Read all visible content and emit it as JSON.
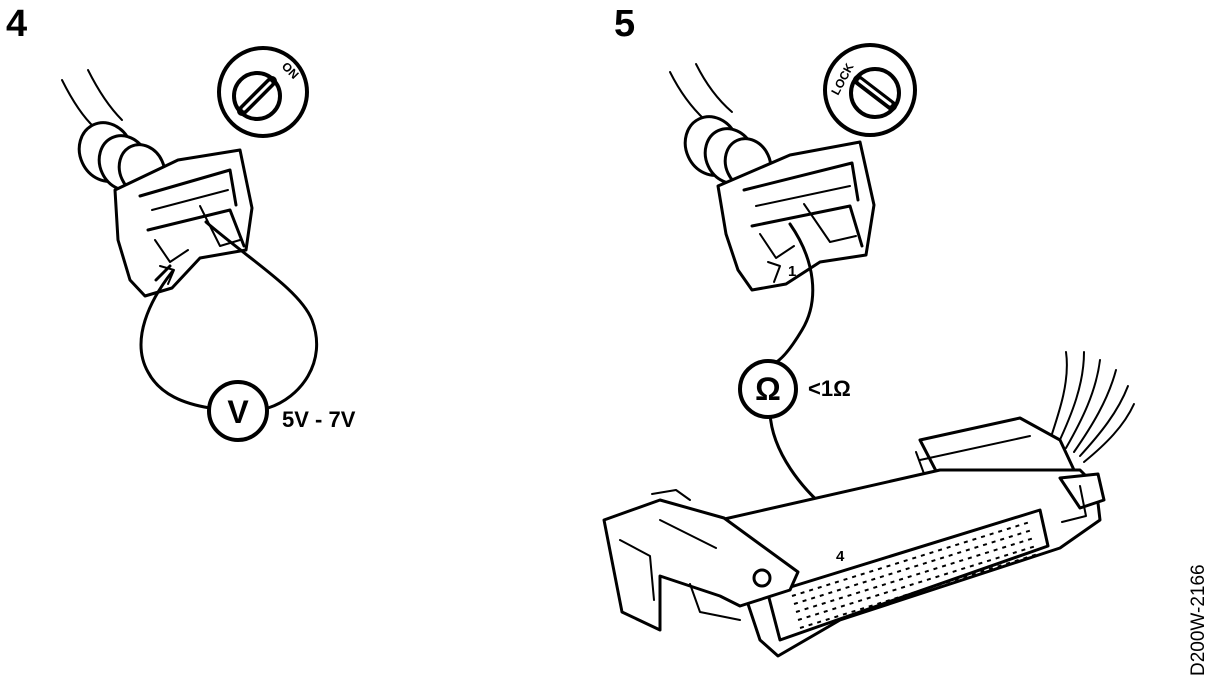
{
  "step4": {
    "number": "4",
    "ignition": "ON",
    "meter_symbol": "V",
    "reading": "5V - 7V"
  },
  "step5": {
    "number": "5",
    "ignition": "LOCK",
    "meter_symbol": "Ω",
    "reading": "<1Ω",
    "pin_a": "1",
    "pin_b": "4"
  },
  "figure_code": "D200W-2166"
}
